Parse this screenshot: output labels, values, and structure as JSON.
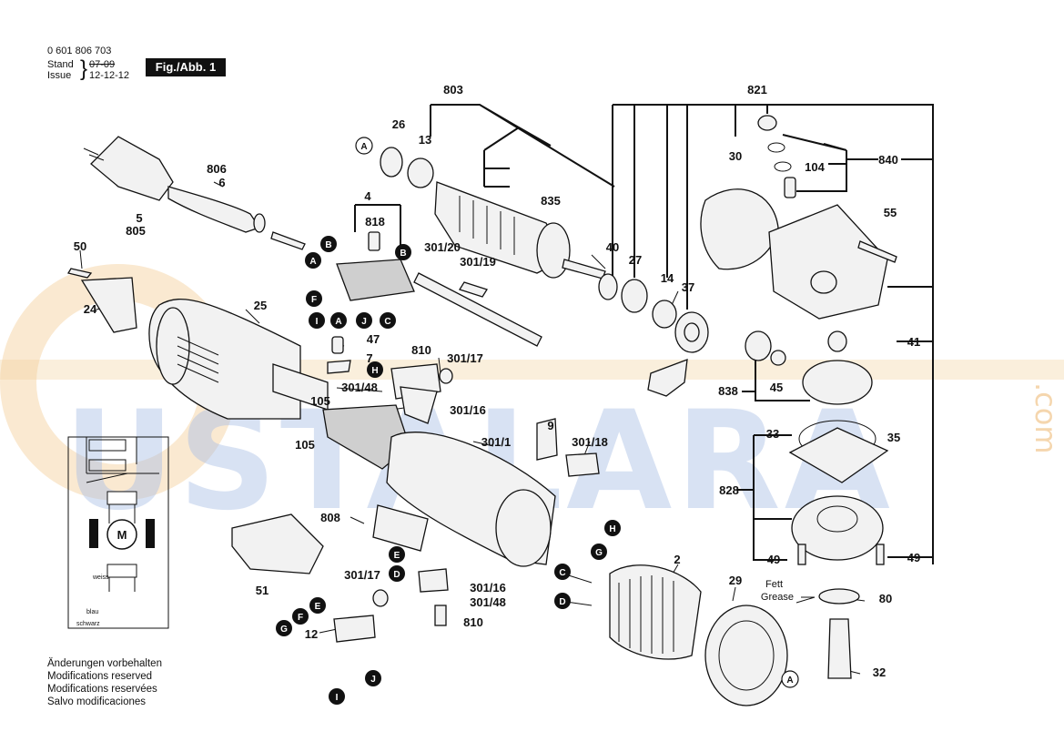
{
  "header": {
    "part_number": "0 601 806 703",
    "stand_label": "Stand",
    "issue_label": "Issue",
    "stand_value": "07-09",
    "issue_value": "12-12-12",
    "figure_label": "Fig./Abb. 1"
  },
  "notes": [
    "Änderungen vorbehalten",
    "Modifications reserved",
    "Modifications reservées",
    "Salvo modificaciones"
  ],
  "watermark": {
    "text": "USTALARA",
    "suffix": ".com"
  },
  "grease_label": {
    "de": "Fett",
    "en": "Grease"
  },
  "schematic": {
    "motor_label": "M",
    "wire_weiss": "weiss",
    "wire_blau": "blau",
    "wire_schwarz": "schwarz"
  },
  "callouts": {
    "c803": "803",
    "c821": "821",
    "c26": "26",
    "c13": "13",
    "c806": "806",
    "c6": "6",
    "c5": "5",
    "c805": "805",
    "c4": "4",
    "c818": "818",
    "c835": "835",
    "c30": "30",
    "c104": "104",
    "c840": "840",
    "c55": "55",
    "c50": "50",
    "c24": "24",
    "c25": "25",
    "c301_20": "301/20",
    "c301_19": "301/19",
    "c40": "40",
    "c27": "27",
    "c14": "14",
    "c37": "37",
    "c47": "47",
    "c7": "7",
    "c810a": "810",
    "c301_17a": "301/17",
    "c41": "41",
    "c105a": "105",
    "c105b": "105",
    "c301_48a": "301/48",
    "c301_16a": "301/16",
    "c838": "838",
    "c45": "45",
    "c9": "9",
    "c301_1": "301/1",
    "c301_18": "301/18",
    "c33": "33",
    "c35": "35",
    "c828": "828",
    "c808": "808",
    "c49a": "49",
    "c49b": "49",
    "c2": "2",
    "c29": "29",
    "c51": "51",
    "c301_17b": "301/17",
    "c301_16b": "301/16",
    "c301_48b": "301/48",
    "c810b": "810",
    "c12": "12",
    "c80": "80",
    "c32": "32"
  },
  "markers": {
    "A": "A",
    "B": "B",
    "C": "C",
    "D": "D",
    "E": "E",
    "F": "F",
    "G": "G",
    "H": "H",
    "I": "I",
    "J": "J"
  }
}
